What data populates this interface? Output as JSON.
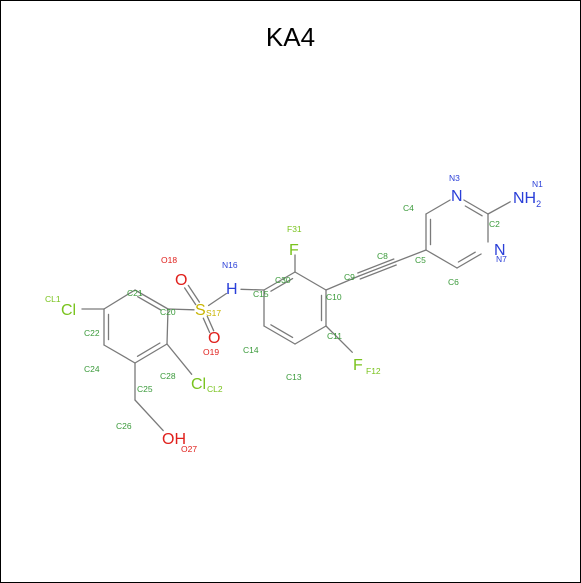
{
  "title": "KA4",
  "colors": {
    "carbon_label": "#3a9a3a",
    "nitrogen": "#2a3fd8",
    "oxygen": "#e0201c",
    "sulfur": "#c8b400",
    "halogen": "#79c31d",
    "bond": "#7a7a7a"
  },
  "atoms": [
    {
      "id": "N1",
      "element": "N",
      "index": "N1",
      "show_symbol": true,
      "sym": "NH",
      "sub": "2",
      "color": "nitrogen"
    },
    {
      "id": "C2",
      "element": "C",
      "index": "C2",
      "show_symbol": false
    },
    {
      "id": "N3",
      "element": "N",
      "index": "N3",
      "show_symbol": true,
      "sym": "N",
      "color": "nitrogen"
    },
    {
      "id": "C4",
      "element": "C",
      "index": "C4",
      "show_symbol": false
    },
    {
      "id": "C5",
      "element": "C",
      "index": "C5",
      "show_symbol": false
    },
    {
      "id": "C6",
      "element": "C",
      "index": "C6",
      "show_symbol": false
    },
    {
      "id": "N7",
      "element": "N",
      "index": "N7",
      "show_symbol": true,
      "sym": "N",
      "color": "nitrogen"
    },
    {
      "id": "C8",
      "element": "C",
      "index": "C8",
      "show_symbol": false
    },
    {
      "id": "C9",
      "element": "C",
      "index": "C9",
      "show_symbol": false
    },
    {
      "id": "C10",
      "element": "C",
      "index": "C10",
      "show_symbol": false
    },
    {
      "id": "C11",
      "element": "C",
      "index": "C11",
      "show_symbol": false
    },
    {
      "id": "F12",
      "element": "F",
      "index": "F12",
      "show_symbol": true,
      "sym": "F",
      "color": "halogen"
    },
    {
      "id": "C13",
      "element": "C",
      "index": "C13",
      "show_symbol": false
    },
    {
      "id": "C14",
      "element": "C",
      "index": "C14",
      "show_symbol": false
    },
    {
      "id": "C15",
      "element": "C",
      "index": "C15",
      "show_symbol": false
    },
    {
      "id": "N16",
      "element": "N",
      "index": "N16",
      "show_symbol": true,
      "sym": "H",
      "color": "nitrogen"
    },
    {
      "id": "S17",
      "element": "S",
      "index": "S17",
      "show_symbol": true,
      "sym": "S",
      "color": "sulfur"
    },
    {
      "id": "O18",
      "element": "O",
      "index": "O18",
      "show_symbol": true,
      "sym": "O",
      "color": "oxygen"
    },
    {
      "id": "O19",
      "element": "O",
      "index": "O19",
      "show_symbol": true,
      "sym": "O",
      "color": "oxygen"
    },
    {
      "id": "C20",
      "element": "C",
      "index": "C20",
      "show_symbol": false
    },
    {
      "id": "C21",
      "element": "C",
      "index": "C21",
      "show_symbol": false
    },
    {
      "id": "C22",
      "element": "C",
      "index": "C22",
      "show_symbol": false
    },
    {
      "id": "CL1",
      "element": "Cl",
      "index": "CL1",
      "show_symbol": true,
      "sym": "Cl",
      "color": "halogen"
    },
    {
      "id": "C24",
      "element": "C",
      "index": "C24",
      "show_symbol": false
    },
    {
      "id": "C25",
      "element": "C",
      "index": "C25",
      "show_symbol": false
    },
    {
      "id": "C26",
      "element": "C",
      "index": "C26",
      "show_symbol": false
    },
    {
      "id": "O27",
      "element": "O",
      "index": "O27",
      "show_symbol": true,
      "sym": "OH",
      "color": "oxygen"
    },
    {
      "id": "C28",
      "element": "C",
      "index": "C28",
      "show_symbol": false
    },
    {
      "id": "CL2",
      "element": "Cl",
      "index": "CL2",
      "show_symbol": true,
      "sym": "Cl",
      "color": "halogen"
    },
    {
      "id": "C30",
      "element": "C",
      "index": "C30",
      "show_symbol": false
    },
    {
      "id": "F31",
      "element": "F",
      "index": "F31",
      "show_symbol": true,
      "sym": "F",
      "color": "halogen"
    }
  ],
  "bonds": [
    {
      "a": "N1",
      "b": "C2",
      "order": 1
    },
    {
      "a": "C2",
      "b": "N3",
      "order": 2
    },
    {
      "a": "N3",
      "b": "C4",
      "order": 1
    },
    {
      "a": "C4",
      "b": "C5",
      "order": 2
    },
    {
      "a": "C5",
      "b": "C6",
      "order": 1
    },
    {
      "a": "C6",
      "b": "N7",
      "order": 2
    },
    {
      "a": "N7",
      "b": "C2",
      "order": 1
    },
    {
      "a": "C5",
      "b": "C8",
      "order": 1
    },
    {
      "a": "C8",
      "b": "C9",
      "order": 3
    },
    {
      "a": "C9",
      "b": "C10",
      "order": 1
    },
    {
      "a": "C10",
      "b": "C11",
      "order": 2
    },
    {
      "a": "C11",
      "b": "F12",
      "order": 1
    },
    {
      "a": "C11",
      "b": "C13",
      "order": 1
    },
    {
      "a": "C13",
      "b": "C14",
      "order": 2
    },
    {
      "a": "C14",
      "b": "C15",
      "order": 1
    },
    {
      "a": "C15",
      "b": "C30",
      "order": 2
    },
    {
      "a": "C30",
      "b": "C10",
      "order": 1
    },
    {
      "a": "C30",
      "b": "F31",
      "order": 1
    },
    {
      "a": "C15",
      "b": "N16",
      "order": 1
    },
    {
      "a": "N16",
      "b": "S17",
      "order": 1
    },
    {
      "a": "S17",
      "b": "O18",
      "order": 2
    },
    {
      "a": "S17",
      "b": "O19",
      "order": 2
    },
    {
      "a": "S17",
      "b": "C20",
      "order": 1
    },
    {
      "a": "C20",
      "b": "C21",
      "order": 2
    },
    {
      "a": "C21",
      "b": "C22",
      "order": 1
    },
    {
      "a": "C22",
      "b": "CL1",
      "order": 1
    },
    {
      "a": "C22",
      "b": "C24",
      "order": 2
    },
    {
      "a": "C24",
      "b": "C25",
      "order": 1
    },
    {
      "a": "C25",
      "b": "C28",
      "order": 2
    },
    {
      "a": "C28",
      "b": "C20",
      "order": 1
    },
    {
      "a": "C28",
      "b": "CL2",
      "order": 1
    },
    {
      "a": "C25",
      "b": "C26",
      "order": 1
    },
    {
      "a": "C26",
      "b": "O27",
      "order": 1
    }
  ]
}
